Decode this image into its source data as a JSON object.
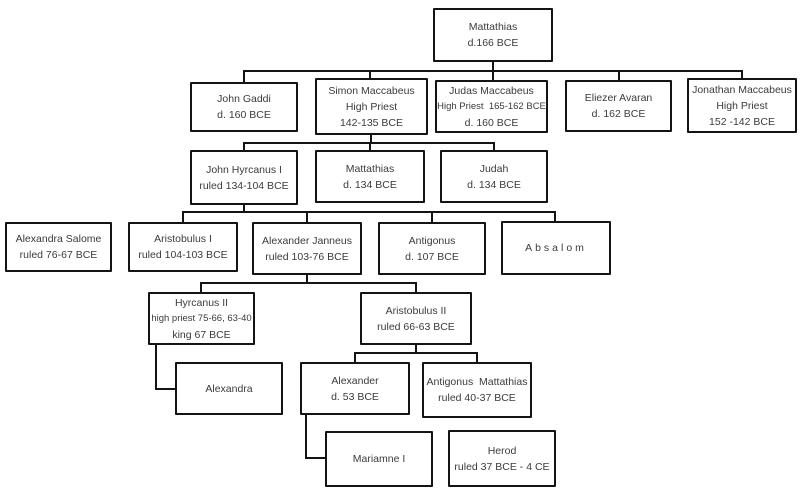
{
  "diagram": {
    "type": "family-tree",
    "background": "#ffffff",
    "line_color": "#141414",
    "text_color": "#3b3b3b",
    "nodes": [
      {
        "id": "mattathias-sr",
        "lines": [
          "Mattathias",
          "d.166 BCE"
        ]
      },
      {
        "id": "john-gaddi",
        "lines": [
          "John Gaddi",
          "d. 160 BCE"
        ],
        "parent": "mattathias-sr"
      },
      {
        "id": "simon-maccabeus",
        "lines": [
          "Simon Maccabeus",
          "High Priest",
          "142-135 BCE"
        ],
        "parent": "mattathias-sr"
      },
      {
        "id": "judas-maccabeus",
        "lines": [
          "Judas Maccabeus",
          "High Priest  165-162 BCE",
          "d. 160 BCE"
        ],
        "parent": "mattathias-sr"
      },
      {
        "id": "eliezer-avaran",
        "lines": [
          "Eliezer Avaran",
          "d. 162 BCE"
        ],
        "parent": "mattathias-sr"
      },
      {
        "id": "jonathan-maccabeus",
        "lines": [
          "Jonathan Maccabeus",
          "High Priest",
          "152 -142 BCE"
        ],
        "parent": "mattathias-sr"
      },
      {
        "id": "john-hyrcanus-i",
        "lines": [
          "John Hyrcanus I",
          "ruled 134-104 BCE"
        ],
        "parent": "simon-maccabeus"
      },
      {
        "id": "mattathias-jr",
        "lines": [
          "Mattathias",
          "d. 134 BCE"
        ],
        "parent": "simon-maccabeus"
      },
      {
        "id": "judah",
        "lines": [
          "Judah",
          "d. 134 BCE"
        ],
        "parent": "simon-maccabeus"
      },
      {
        "id": "alexandra-salome",
        "lines": [
          "Alexandra Salome",
          "ruled 76-67 BCE"
        ]
      },
      {
        "id": "aristobulus-i",
        "lines": [
          "Aristobulus I",
          "ruled 104-103 BCE"
        ],
        "parent": "john-hyrcanus-i"
      },
      {
        "id": "alexander-janneus",
        "lines": [
          "Alexander Janneus",
          "ruled 103-76 BCE"
        ],
        "parent": "john-hyrcanus-i"
      },
      {
        "id": "antigonus",
        "lines": [
          "Antigonus",
          "d. 107 BCE"
        ],
        "parent": "john-hyrcanus-i"
      },
      {
        "id": "absalom",
        "lines": [
          "Absalom"
        ],
        "parent": "john-hyrcanus-i"
      },
      {
        "id": "hyrcanus-ii",
        "lines": [
          "Hyrcanus II",
          "high priest 75-66, 63-40",
          "king 67 BCE"
        ],
        "parent": "alexander-janneus"
      },
      {
        "id": "aristobulus-ii",
        "lines": [
          "Aristobulus II",
          "ruled 66-63 BCE"
        ],
        "parent": "alexander-janneus"
      },
      {
        "id": "alexandra",
        "lines": [
          "Alexandra"
        ],
        "parent": "hyrcanus-ii"
      },
      {
        "id": "alexander",
        "lines": [
          "Alexander",
          "d. 53 BCE"
        ],
        "parent": "aristobulus-ii"
      },
      {
        "id": "antigonus-mattathias",
        "lines": [
          "Antigonus  Mattathias",
          "ruled 40-37 BCE"
        ],
        "parent": "aristobulus-ii"
      },
      {
        "id": "mariamne-i",
        "lines": [
          "Mariamne I"
        ],
        "parent": "alexander"
      },
      {
        "id": "herod",
        "lines": [
          "Herod",
          "ruled 37 BCE - 4 CE"
        ]
      }
    ]
  }
}
